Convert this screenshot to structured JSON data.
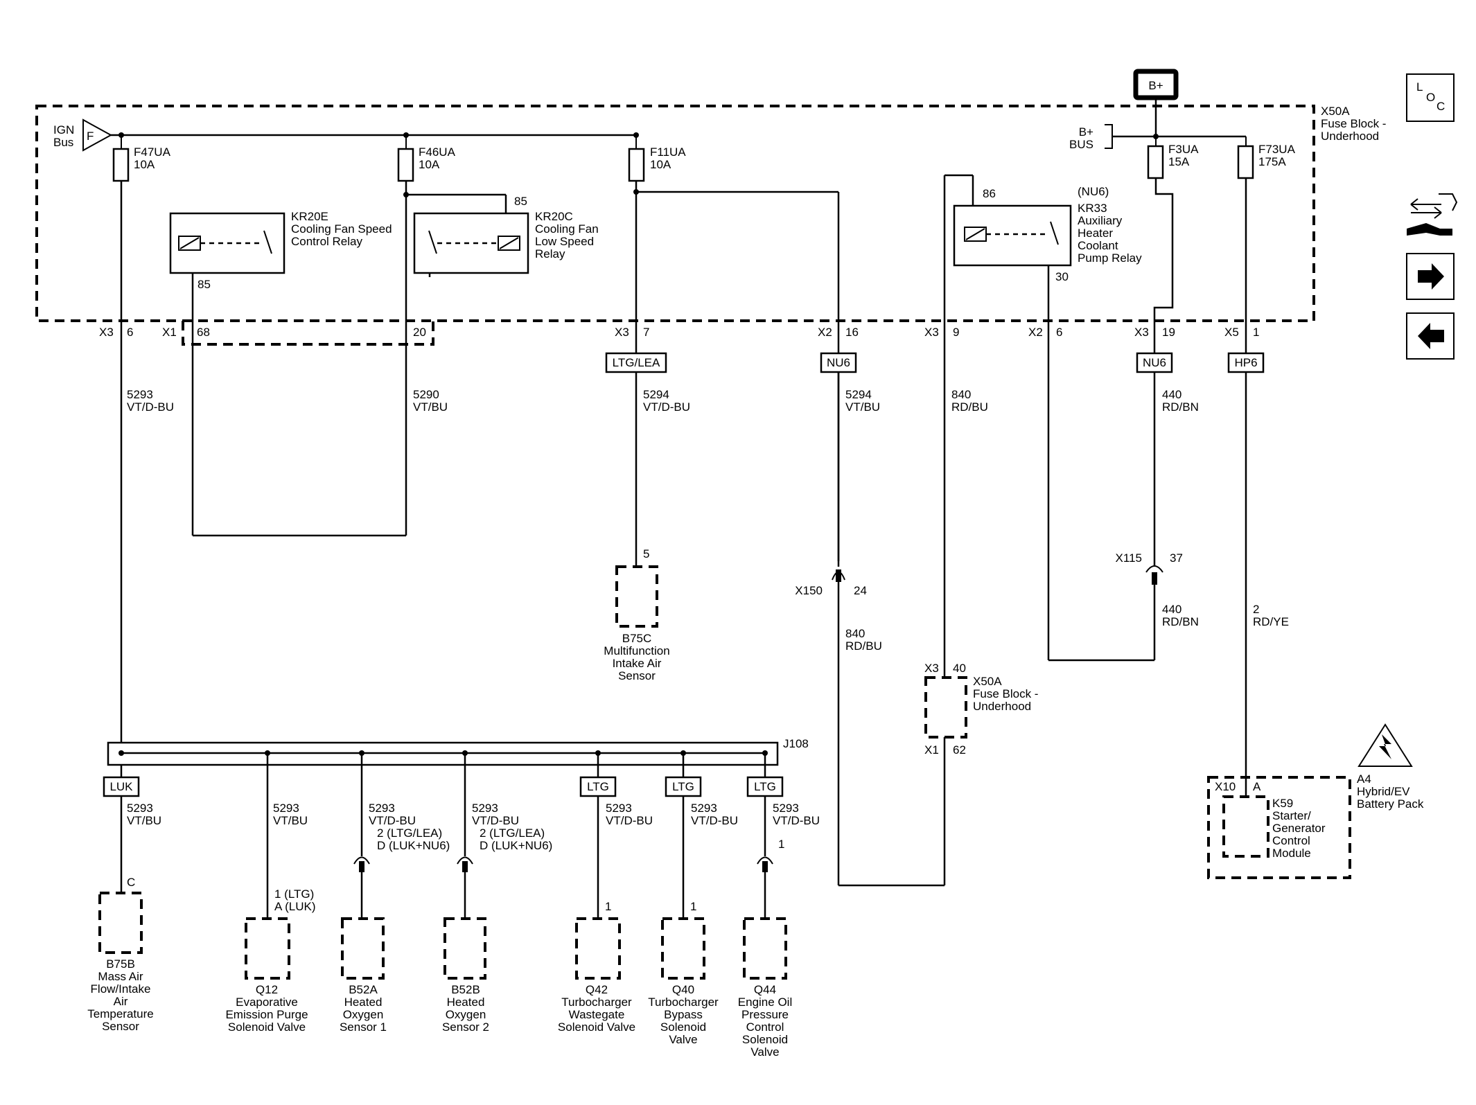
{
  "top": {
    "bplus": "B+",
    "loc": {
      "l": "L",
      "o": "O",
      "c": "C"
    }
  },
  "fuse_block": {
    "id": "X50A",
    "name_1": "Fuse Block -",
    "name_2": "Underhood",
    "ign_bus_1": "IGN",
    "ign_bus_2": "Bus",
    "ign_flag": "F",
    "bplus_bus_1": "B+",
    "bplus_bus_2": "BUS"
  },
  "fuses": [
    {
      "id": "F47UA",
      "rating": "10A"
    },
    {
      "id": "F46UA",
      "rating": "10A"
    },
    {
      "id": "F11UA",
      "rating": "10A"
    },
    {
      "id": "F3UA",
      "rating": "15A"
    },
    {
      "id": "F73UA",
      "rating": "175A"
    }
  ],
  "relays": {
    "kr20e": {
      "id": "KR20E",
      "l1": "Cooling Fan Speed",
      "l2": "Control Relay",
      "pin": "85"
    },
    "kr20c": {
      "id": "KR20C",
      "l1": "Cooling Fan",
      "l2": "Low Speed",
      "l3": "Relay",
      "pin": "85"
    },
    "kr33": {
      "opt": "(NU6)",
      "id": "KR33",
      "l1": "Auxiliary",
      "l2": "Heater",
      "l3": "Coolant",
      "l4": "Pump Relay",
      "pin86": "86",
      "pin30": "30"
    }
  },
  "connectors": [
    {
      "conn": "X3",
      "pin": "6"
    },
    {
      "conn": "X1",
      "pin": "68"
    },
    {
      "conn": "",
      "pin": "20"
    },
    {
      "conn": "X3",
      "pin": "7"
    },
    {
      "conn": "X2",
      "pin": "16"
    },
    {
      "conn": "X3",
      "pin": "9"
    },
    {
      "conn": "X2",
      "pin": "6"
    },
    {
      "conn": "X3",
      "pin": "19"
    },
    {
      "conn": "X5",
      "pin": "1"
    }
  ],
  "options": [
    "LTG/LEA",
    "NU6",
    "NU6",
    "HP6",
    "LUK",
    "LTG",
    "LTG",
    "LTG"
  ],
  "wires": [
    {
      "circuit": "5293",
      "color": "VT/D-BU"
    },
    {
      "circuit": "5290",
      "color": "VT/BU"
    },
    {
      "circuit": "5294",
      "color": "VT/D-BU"
    },
    {
      "circuit": "5294",
      "color": "VT/BU"
    },
    {
      "circuit": "840",
      "color": "RD/BU"
    },
    {
      "circuit": "440",
      "color": "RD/BN"
    },
    {
      "circuit": "840",
      "color": "RD/BU"
    },
    {
      "circuit": "440",
      "color": "RD/BN"
    },
    {
      "circuit": "2",
      "color": "RD/YE"
    }
  ],
  "inline": {
    "x150": {
      "id": "X150",
      "pin": "24"
    },
    "x115": {
      "id": "X115",
      "pin": "37"
    },
    "x50a_low": {
      "c1": "X3",
      "p1": "40",
      "id": "X50A",
      "l1": "Fuse Block -",
      "l2": "Underhood",
      "c2": "X1",
      "p2": "62"
    }
  },
  "b75c": {
    "pin": "5",
    "id": "B75C",
    "l1": "Multifunction",
    "l2": "Intake Air",
    "l3": "Sensor"
  },
  "splice": "J108",
  "bottom_wires": [
    {
      "circuit": "5293",
      "color": "VT/BU"
    },
    {
      "circuit": "5293",
      "color": "VT/BU"
    },
    {
      "circuit": "5293",
      "color": "VT/D-BU",
      "n1": "2 (LTG/LEA)",
      "n2": "D (LUK+NU6)"
    },
    {
      "circuit": "5293",
      "color": "VT/D-BU",
      "n1": "2 (LTG/LEA)",
      "n2": "D (LUK+NU6)"
    },
    {
      "circuit": "5293",
      "color": "VT/D-BU"
    },
    {
      "circuit": "5293",
      "color": "VT/D-BU"
    },
    {
      "circuit": "5293",
      "color": "VT/D-BU"
    }
  ],
  "components": [
    {
      "pin": "C",
      "id": "B75B",
      "lines": [
        "Mass Air",
        "Flow/Intake",
        "Air",
        "Temperature",
        "Sensor"
      ]
    },
    {
      "pin": "1 (LTG)",
      "pin2": "A  (LUK)",
      "id": "Q12",
      "lines": [
        "Evaporative",
        "Emission Purge",
        "Solenoid Valve"
      ]
    },
    {
      "id": "B52A",
      "lines": [
        "Heated",
        "Oxygen",
        "Sensor 1"
      ]
    },
    {
      "id": "B52B",
      "lines": [
        "Heated",
        "Oxygen",
        "Sensor 2"
      ]
    },
    {
      "pin": "1",
      "id": "Q42",
      "lines": [
        "Turbocharger",
        "Wastegate",
        "Solenoid Valve"
      ]
    },
    {
      "pin": "1",
      "id": "Q40",
      "lines": [
        "Turbocharger",
        "Bypass",
        "Solenoid",
        "Valve"
      ]
    },
    {
      "pin": "1",
      "id": "Q44",
      "lines": [
        "Engine Oil",
        "Pressure",
        "Control",
        "Solenoid",
        "Valve"
      ]
    }
  ],
  "k59": {
    "conn": "X10",
    "pin": "A",
    "id": "K59",
    "l1": "Starter/",
    "l2": "Generator",
    "l3": "Control",
    "l4": "Module"
  },
  "a4": {
    "id": "A4",
    "l1": "Hybrid/EV",
    "l2": "Battery Pack"
  }
}
